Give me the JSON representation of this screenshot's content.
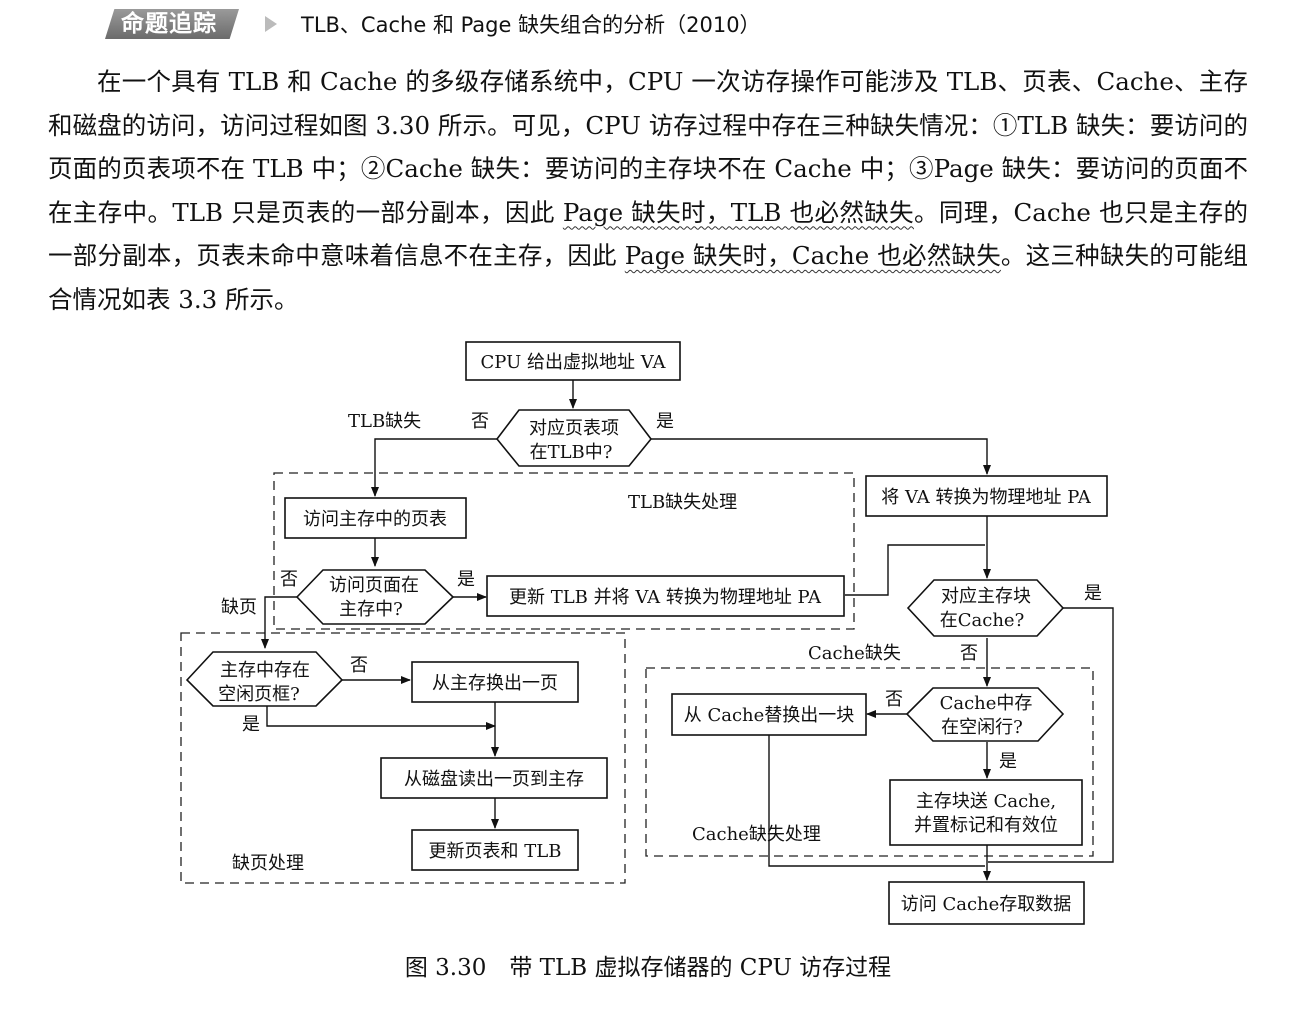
{
  "header": {
    "badge": "命题追踪",
    "title": "TLB、Cache 和 Page 缺失组合的分析（2010）"
  },
  "paragraph": {
    "p1": "在一个具有 TLB 和 Cache 的多级存储系统中，CPU 一次访存操作可能涉及 TLB、页表、Cache、主存和磁盘的访问，访问过程如图 3.30 所示。可见，CPU 访存过程中存在三种缺失情况：①TLB 缺失：要访问的页面的页表项不在 TLB 中；②Cache 缺失：要访问的主存块不在 Cache 中；③Page 缺失：要访问的页面不在主存中。TLB 只是页表的一部分副本，因此 ",
    "u1": "Page 缺失时，TLB 也必然缺失",
    "p2": "。同理，Cache 也只是主存的一部分副本，页表未命中意味着信息不在主存，因此 ",
    "u2": "Page 缺失时，Cache 也必然缺失",
    "p3": "。这三种缺失的可能组合情况如表 3.3 所示。"
  },
  "flow": {
    "start": "CPU 给出虚拟地址 VA",
    "tlb_check_1": "对应页表项",
    "tlb_check_2": "在TLB中?",
    "tlb_miss": "TLB缺失",
    "no": "否",
    "yes": "是",
    "tlb_miss_handling": "TLB缺失处理",
    "va_to_pa": "将 VA 转换为物理地址 PA",
    "access_page_table": "访问主存中的页表",
    "page_check_1": "访问页面在",
    "page_check_2": "主存中?",
    "update_tlb": "更新 TLB 并将 VA 转换为物理地址 PA",
    "page_fault": "缺页",
    "cache_check_1": "对应主存块",
    "cache_check_2": "在Cache?",
    "cache_miss": "Cache缺失",
    "free_frame_1": "主存中存在",
    "free_frame_2": "空闲页框?",
    "swap_out_page": "从主存换出一页",
    "replace_block": "从 Cache替换出一块",
    "free_line_1": "Cache中存",
    "free_line_2": "在空闲行?",
    "read_disk": "从磁盘读出一页到主存",
    "send_block_1": "主存块送 Cache,",
    "send_block_2": "并置标记和有效位",
    "cache_miss_handling": "Cache缺失处理",
    "update_pt_tlb": "更新页表和 TLB",
    "page_fault_handling": "缺页处理",
    "access_cache": "访问 Cache存取数据"
  },
  "caption": "图 3.30　带 TLB 虚拟存储器的 CPU 访存过程"
}
